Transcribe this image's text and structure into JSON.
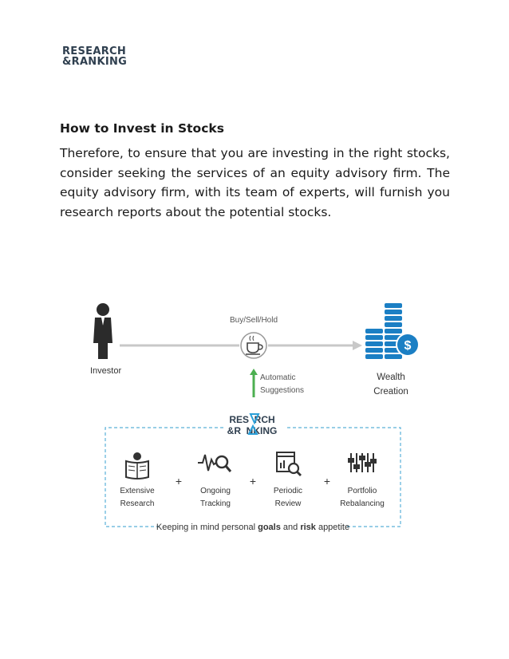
{
  "logo": {
    "line1": "RESEARCH",
    "line2": "&RANKING",
    "line1_display": "RES  RCH",
    "line2_display": "&R  NKING"
  },
  "article": {
    "heading": "How to Invest in Stocks",
    "paragraph": "Therefore, to ensure that you are investing in the right stocks, consider seeking the services of an equity advisory firm. The equity advisory firm, with its team of experts, will furnish you research reports about the potential stocks."
  },
  "infographic": {
    "investor_label": "Investor",
    "flow_label": "Buy/Sell/Hold",
    "suggestions_line1": "Automatic",
    "suggestions_line2": "Suggestions",
    "wealth_line1": "Wealth",
    "wealth_line2": "Creation",
    "dollar_symbol": "$",
    "services": [
      {
        "line1": "Extensive",
        "line2": "Research",
        "icon": "book-reader-icon"
      },
      {
        "line1": "Ongoing",
        "line2": "Tracking",
        "icon": "pulse-magnifier-icon"
      },
      {
        "line1": "Periodic",
        "line2": "Review",
        "icon": "chart-magnifier-icon"
      },
      {
        "line1": "Portfolio",
        "line2": "Rebalancing",
        "icon": "sliders-icon"
      }
    ],
    "plus_symbol": "+",
    "footer_part1": "Keeping in mind personal ",
    "footer_goals": "goals",
    "footer_part2": " and ",
    "footer_risk": "risk",
    "footer_part3": " appetite"
  },
  "colors": {
    "logo_text": "#2f3f4f",
    "logo_accent": "#2a9fd8",
    "coins": "#1b7fc4",
    "arrow_gray": "#c8c8c8",
    "suggest_green": "#4caf50",
    "dashed_border": "#5ab0d8",
    "icon_dark": "#333333"
  }
}
